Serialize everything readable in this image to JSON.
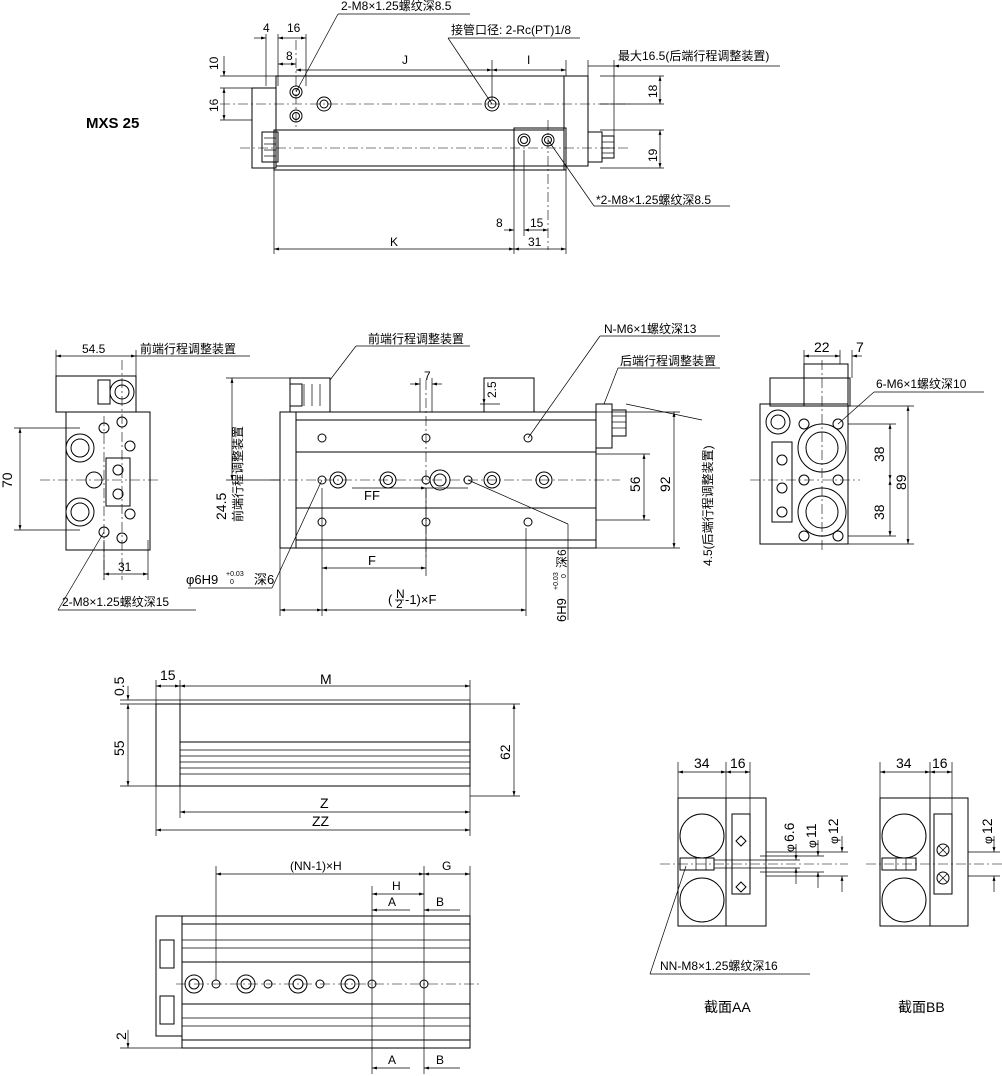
{
  "model": "MXS 25",
  "top_view": {
    "d4": "4",
    "d16": "16",
    "d8": "8",
    "d10": "10",
    "d16b": "16",
    "J": "J",
    "I": "I",
    "K": "K",
    "d18": "18",
    "d19": "19",
    "d8b": "8",
    "d15": "15",
    "d31": "31",
    "note_thread_top": "2-M8×1.25螺纹深8.5",
    "note_port": "接管口径: 2-Rc(PT)1/8",
    "note_max": "最大16.5(后端行程调整装置)",
    "note_thread_bottom": "*2-M8×1.25螺纹深8.5"
  },
  "end_view": {
    "d54_5": "54.5",
    "note_front_adj": "前端行程调整装置",
    "d70": "70",
    "d31": "31",
    "note_thread_15": "2-M8×1.25螺纹深15"
  },
  "front_view": {
    "note_front_adj": "前端行程调整装置",
    "note_nm6": "N-M6×1螺纹深13",
    "note_rear_adj": "后端行程调整装置",
    "d7": "7",
    "d2_5": "2.5",
    "d24_5": "24.5",
    "note_front_adj_v": "前端行程调整装置",
    "FF": "FF",
    "F": "F",
    "d56": "56",
    "d92": "92",
    "note_rear_v": "4.5(后端行程调整装置)",
    "note_hole": "φ6H9",
    "tol_up": "+0.03",
    "tol_dn": "0",
    "depth6": "深6",
    "formula_n": "N",
    "formula_2": "2",
    "formula_rest": "-1)×F",
    "formula_open": "(",
    "note_hole_v": "6H9"
  },
  "right_view": {
    "d22": "22",
    "d7": "7",
    "note_m6": "6-M6×1螺纹深10",
    "d38a": "38",
    "d38b": "38",
    "d89": "89"
  },
  "side_view": {
    "d0_5": "0.5",
    "d15": "15",
    "M": "M",
    "d55": "55",
    "d62": "62",
    "Z": "Z",
    "ZZ": "ZZ"
  },
  "bottom_view": {
    "formula": "(NN-1)×H",
    "G": "G",
    "H": "H",
    "A": "A",
    "B": "B",
    "d2": "2"
  },
  "section_aa": {
    "d34": "34",
    "d16": "16",
    "d6_6": "6.6",
    "d11": "11",
    "d12": "12",
    "phi": "φ",
    "note_nn": "NN-M8×1.25螺纹深16",
    "caption": "截面AA"
  },
  "section_bb": {
    "d34": "34",
    "d16": "16",
    "d12": "12",
    "phi": "φ",
    "caption": "截面BB"
  }
}
